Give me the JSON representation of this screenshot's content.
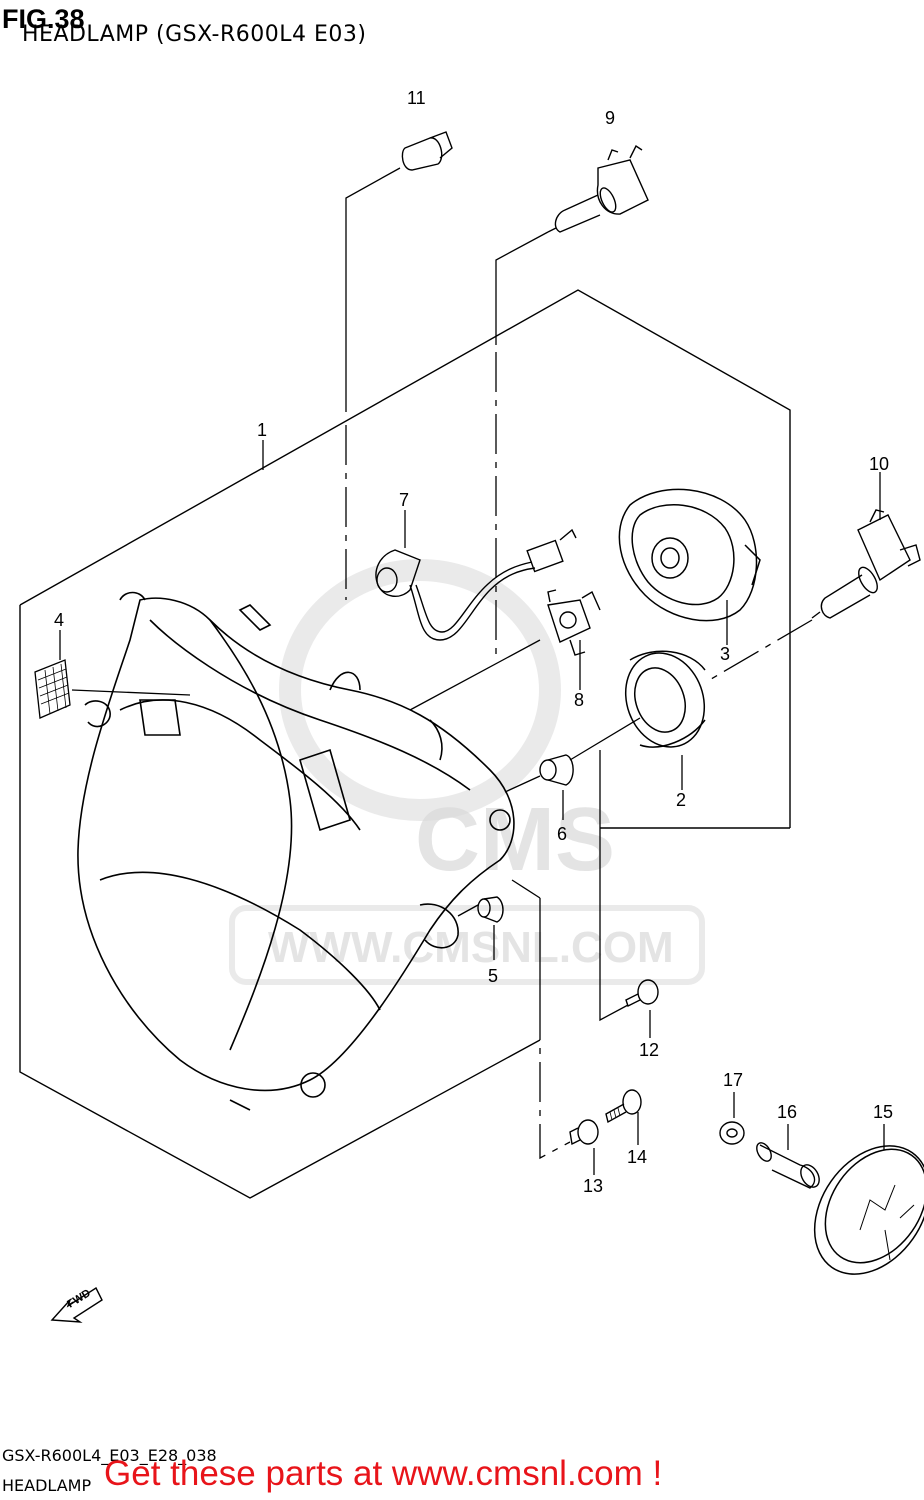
{
  "header": {
    "fig_label": "FIG.38",
    "subtitle": "HEADLAMP (GSX-R600L4 E03)"
  },
  "footer": {
    "diagram_code": "GSX-R600L4_E03_E28_038",
    "section_name": "HEADLAMP",
    "promo_text": "Get these parts at www.cmsnl.com !"
  },
  "watermark": {
    "brand": "CMS",
    "url": "WWW.CMSNL.COM"
  },
  "direction_marker": "FWD",
  "callouts": [
    {
      "id": "callout-1",
      "label": "1"
    },
    {
      "id": "callout-2",
      "label": "2"
    },
    {
      "id": "callout-3",
      "label": "3"
    },
    {
      "id": "callout-4",
      "label": "4"
    },
    {
      "id": "callout-5",
      "label": "5"
    },
    {
      "id": "callout-6",
      "label": "6"
    },
    {
      "id": "callout-7",
      "label": "7"
    },
    {
      "id": "callout-8",
      "label": "8"
    },
    {
      "id": "callout-9",
      "label": "9"
    },
    {
      "id": "callout-10",
      "label": "10"
    },
    {
      "id": "callout-11",
      "label": "11"
    },
    {
      "id": "callout-12",
      "label": "12"
    },
    {
      "id": "callout-13",
      "label": "13"
    },
    {
      "id": "callout-14",
      "label": "14"
    },
    {
      "id": "callout-15",
      "label": "15"
    },
    {
      "id": "callout-16",
      "label": "16"
    },
    {
      "id": "callout-17",
      "label": "17"
    }
  ],
  "colors": {
    "line": "#000000",
    "watermark": "#d9d9d9",
    "promo": "#e8141a"
  }
}
